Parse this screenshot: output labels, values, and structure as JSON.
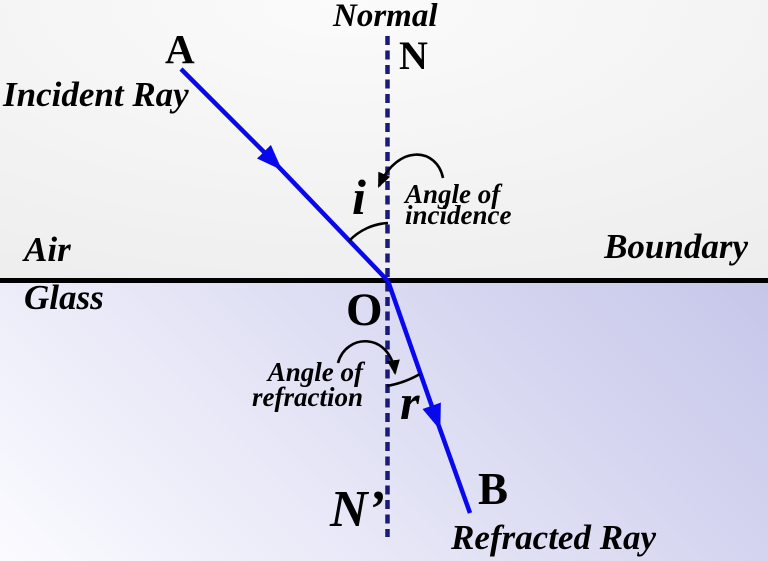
{
  "colors": {
    "ray_blue": "#0808ee",
    "normal_blue": "#1a1a78",
    "line_black": "#000000",
    "text_black": "#000000",
    "air_top": "#fbfbfb",
    "air_edge": "#e7e7e7",
    "glass_near": "#c6c6ea",
    "glass_far": "#fbfbff"
  },
  "diagram": {
    "normal": {
      "title": "Normal",
      "top_label": "N",
      "bottom_label": "N’"
    },
    "rays": {
      "incident": {
        "label": "Incident Ray",
        "start_point": "A"
      },
      "refracted": {
        "label": "Refracted Ray",
        "end_point": "B"
      }
    },
    "angles": {
      "incidence": {
        "symbol": "i",
        "caption_line1": "Angle of",
        "caption_line2": "incidence"
      },
      "refraction": {
        "symbol": "r",
        "caption_line1": "Angle of",
        "caption_line2": "refraction"
      }
    },
    "media": {
      "above_label": "Air",
      "below_label": "Glass",
      "interface_label": "Boundary",
      "intersection_point": "O"
    }
  }
}
